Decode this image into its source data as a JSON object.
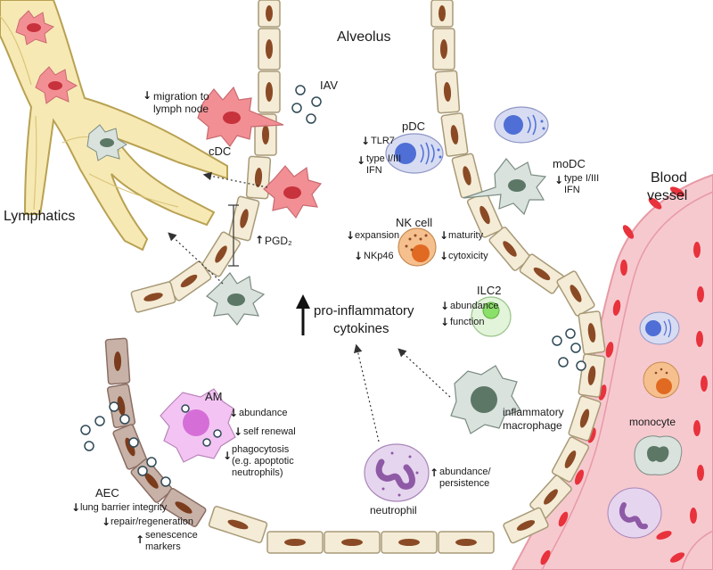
{
  "regions": {
    "alveolus": "Alveolus",
    "lymphatics": "Lymphatics",
    "blood_vessel_line1": "Blood",
    "blood_vessel_line2": "vessel"
  },
  "virus": {
    "label": "IAV"
  },
  "cdc": {
    "name": "cDC",
    "effect_arrow": "↓",
    "effect_line1": "migration to",
    "effect_line2": "lymph node"
  },
  "pgd2": {
    "arrow": "↑",
    "label": "PGD₂"
  },
  "pdc": {
    "name": "pDC",
    "tlr_arrow": "↓",
    "tlr": "TLR7",
    "ifn_arrow": "↓",
    "ifn_line1": "type I/III",
    "ifn_line2": "IFN"
  },
  "modc": {
    "name": "moDC",
    "ifn_arrow": "↓",
    "ifn_line1": "type I/III",
    "ifn_line2": "IFN"
  },
  "nk": {
    "name": "NK cell",
    "expansion_arrow": "↓",
    "expansion": "expansion",
    "nkp46_arrow": "↓",
    "nkp46": "NKp46",
    "maturity_arrow": "↓",
    "maturity": "maturity",
    "cytoxicity_arrow": "↓",
    "cytoxicity": "cytoxicity"
  },
  "ilc2": {
    "name": "ILC2",
    "abundance_arrow": "↓",
    "abundance": "abundance",
    "function_arrow": "↓",
    "function": "function"
  },
  "cytokines": {
    "arrow": "↑",
    "line1": "pro-inflammatory",
    "line2": "cytokines"
  },
  "am": {
    "name": "AM",
    "abundance_arrow": "↓",
    "abundance": "abundance",
    "self_renewal_arrow": "↓",
    "self_renewal": "self renewal",
    "phago_arrow": "↓",
    "phago_line1": "phagocytosis",
    "phago_line2": "(e.g. apoptotic",
    "phago_line3": "neutrophils)"
  },
  "inflam_mac": {
    "line1": "inflammatory",
    "line2": "macrophage"
  },
  "neutrophil": {
    "name": "neutrophil",
    "arrow": "↑",
    "line1": "abundance/",
    "line2": "persistence"
  },
  "monocyte": {
    "name": "monocyte"
  },
  "aec": {
    "name": "AEC",
    "barrier_arrow": "↓",
    "barrier": "lung barrier integrity",
    "repair_arrow": "↓",
    "repair": "repair/regeneration",
    "senescence_arrow": "↑",
    "senescence_line1": "senescence",
    "senescence_line2": "markers"
  },
  "colors": {
    "lymph_fill": "#f7e9b4",
    "lymph_stroke": "#b8a152",
    "epithelium_fill": "#f4ecd6",
    "epithelium_stroke": "#a89a78",
    "nucleus": "#8a4a25",
    "damaged_fill": "#c8b2a8",
    "blood_fill": "#f6c9cf",
    "rbc": "#e8323c",
    "dc_fill": "#f28f94",
    "dc_nucleus": "#c8323c",
    "macrophage_fill": "#d9e2dd",
    "macrophage_nucleus": "#5d7766",
    "pdc_fill": "#d7dcf2",
    "pdc_nucleus": "#4f6fd6",
    "nk_fill": "#f6c08e",
    "nk_nucleus": "#e06a22",
    "ilc2_fill": "#e2f4da",
    "ilc2_nucleus": "#8be06a",
    "am_fill": "#f3c4f3",
    "am_nucleus": "#d66ed8",
    "neutrophil_fill": "#e6d5ee",
    "neutrophil_nucleus": "#8e5aa6",
    "virus_stroke": "#2f4a57"
  }
}
